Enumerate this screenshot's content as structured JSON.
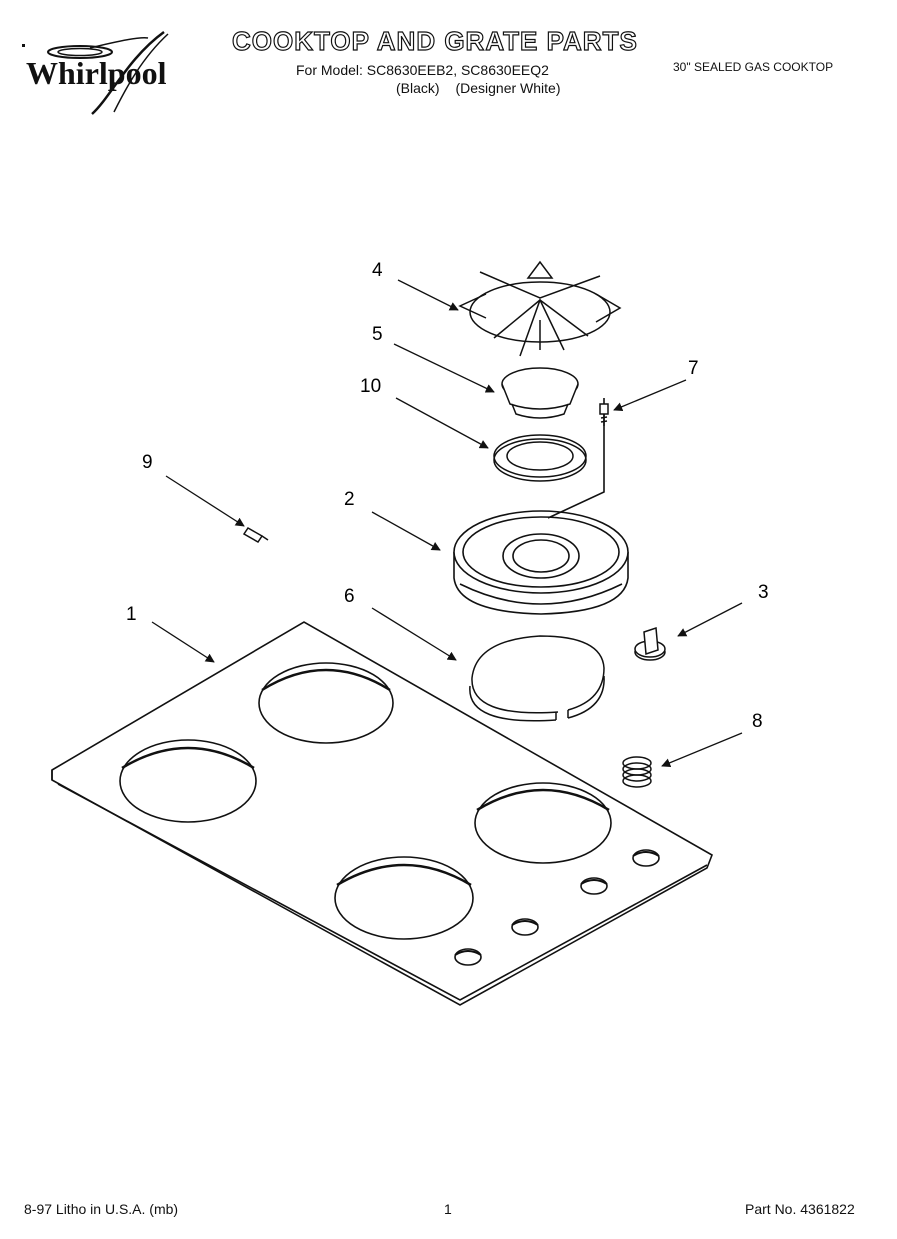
{
  "header": {
    "brand": "Whirlpool",
    "title": "COOKTOP AND GRATE PARTS",
    "models_line": "For Model: SC8630EEB2, SC8630EEQ2",
    "variant_black": "(Black)",
    "variant_white": "(Designer White)",
    "product": "30\" SEALED GAS COOKTOP"
  },
  "callouts": {
    "c1": "1",
    "c2": "2",
    "c3": "3",
    "c4": "4",
    "c5": "5",
    "c6": "6",
    "c7": "7",
    "c8": "8",
    "c9": "9",
    "c10": "10"
  },
  "footer": {
    "litho": "8-97 Litho in U.S.A. (mb)",
    "page": "1",
    "part_no": "Part No. 4361822"
  }
}
